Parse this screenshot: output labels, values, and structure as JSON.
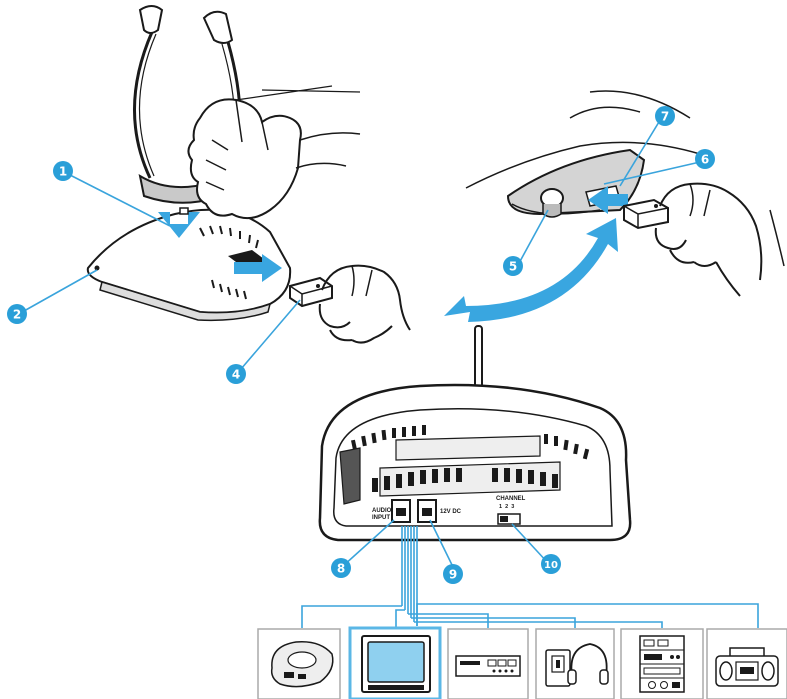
{
  "callouts": [
    "1",
    "2",
    "4",
    "5",
    "6",
    "7",
    "8",
    "9",
    "10"
  ],
  "base_labels": {
    "audio_input_line1": "AUDIO",
    "audio_input_line2": "INPUT",
    "dc": "12V DC",
    "channel": "CHANNEL",
    "channel_numbers": "1  2  3"
  },
  "colors": {
    "callout": "#2a9fd8",
    "arrow": "#39a6e0",
    "line": "#3aa4dc",
    "highlight_frame": "#5bb7e6",
    "screen": "#8fd0ef",
    "ink": "#1a1a1a"
  },
  "devices": [
    {
      "icon": "cd-player-icon"
    },
    {
      "icon": "television-icon",
      "highlighted": true
    },
    {
      "icon": "dvd-recorder-icon"
    },
    {
      "icon": "walkman-headphones-icon"
    },
    {
      "icon": "hifi-stack-icon"
    },
    {
      "icon": "boombox-icon"
    }
  ]
}
